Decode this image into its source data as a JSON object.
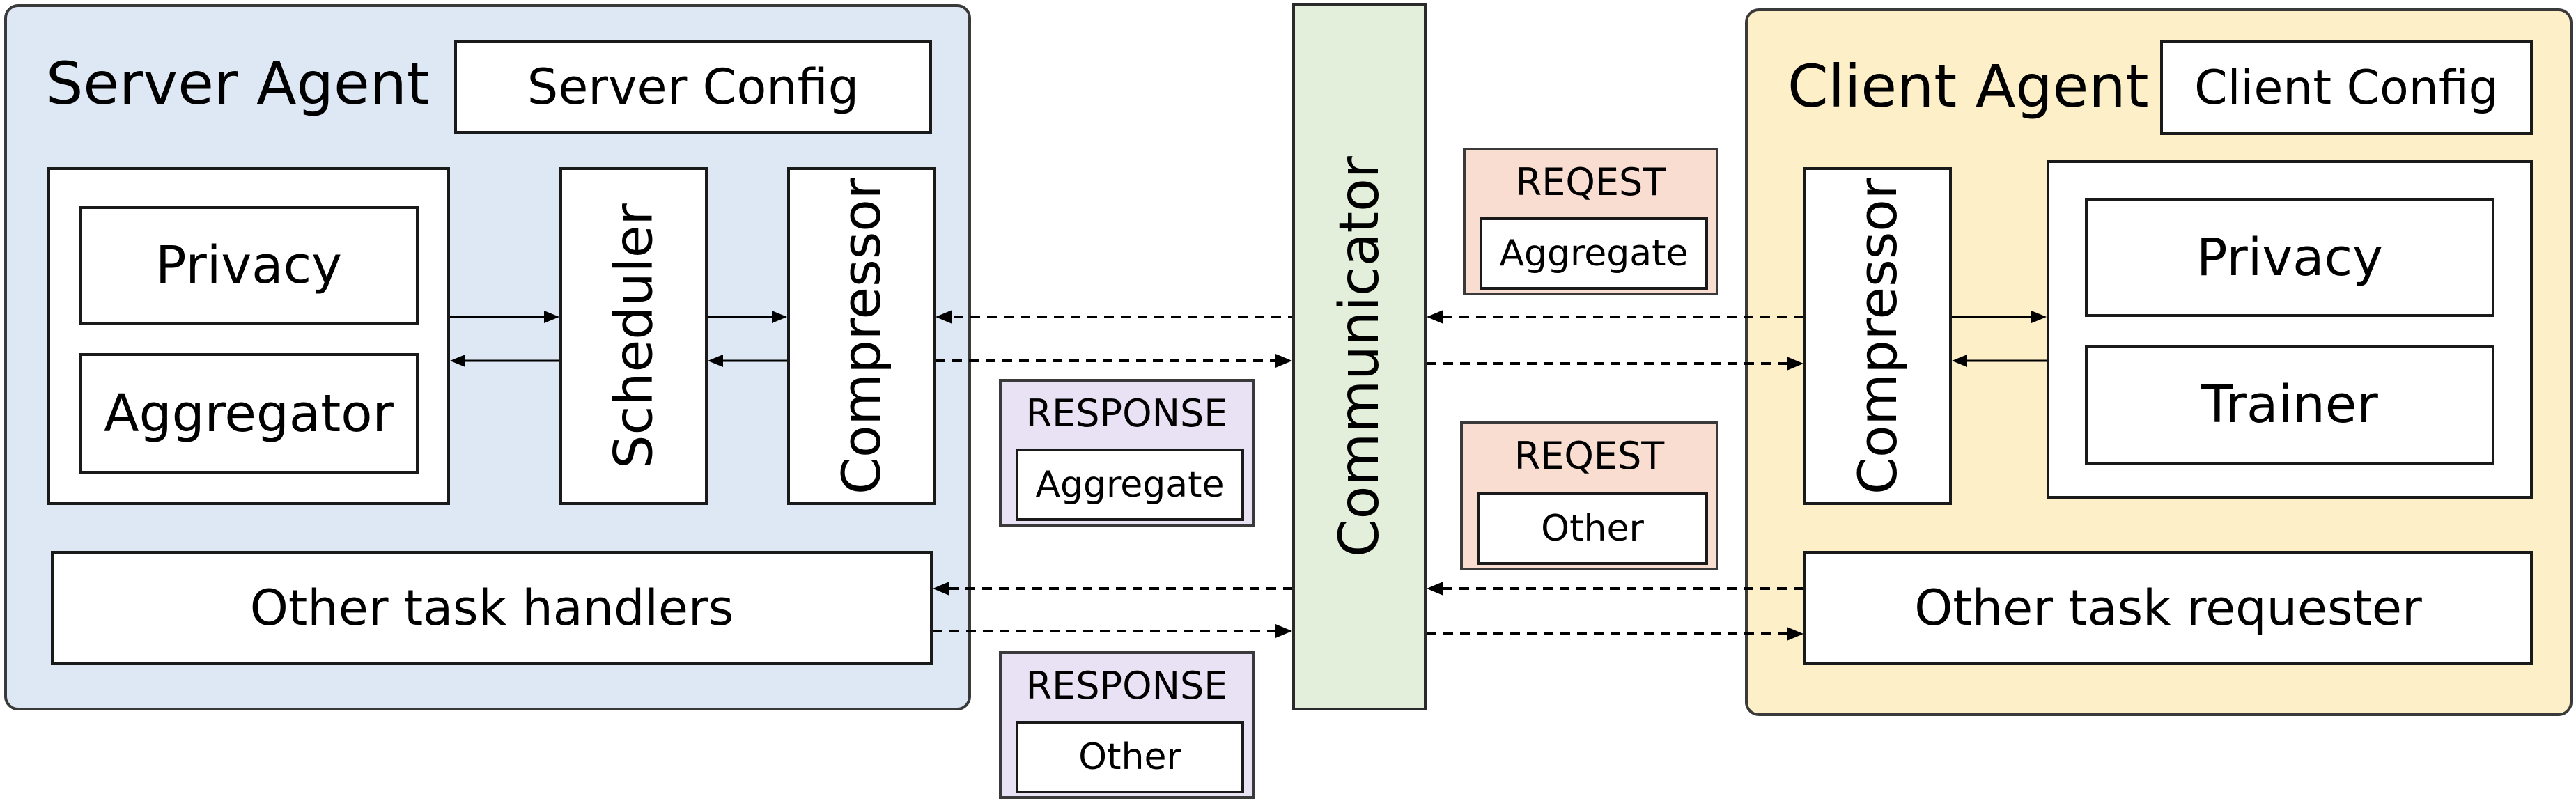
{
  "server": {
    "title": "Server Agent",
    "config": "Server Config",
    "privacy": "Privacy",
    "aggregator": "Aggregator",
    "scheduler": "Scheduler",
    "compressor": "Compressor",
    "other_handlers": "Other task handlers"
  },
  "communicator": {
    "label": "Communicator"
  },
  "client": {
    "title": "Client Agent",
    "config": "Client Config",
    "compressor": "Compressor",
    "privacy": "Privacy",
    "trainer": "Trainer",
    "other_requester": "Other task requester"
  },
  "messages": {
    "request_aggregate": {
      "head": "REQEST",
      "body": "Aggregate"
    },
    "response_aggregate": {
      "head": "RESPONSE",
      "body": "Aggregate"
    },
    "request_other": {
      "head": "REQEST",
      "body": "Other"
    },
    "response_other": {
      "head": "RESPONSE",
      "body": "Other"
    }
  },
  "colors": {
    "server_bg": "#dde8f4",
    "client_bg": "#fdf0c8",
    "communicator_bg": "#e3efda",
    "request_bg": "#f8ddd0",
    "response_bg": "#e9e2f4"
  }
}
